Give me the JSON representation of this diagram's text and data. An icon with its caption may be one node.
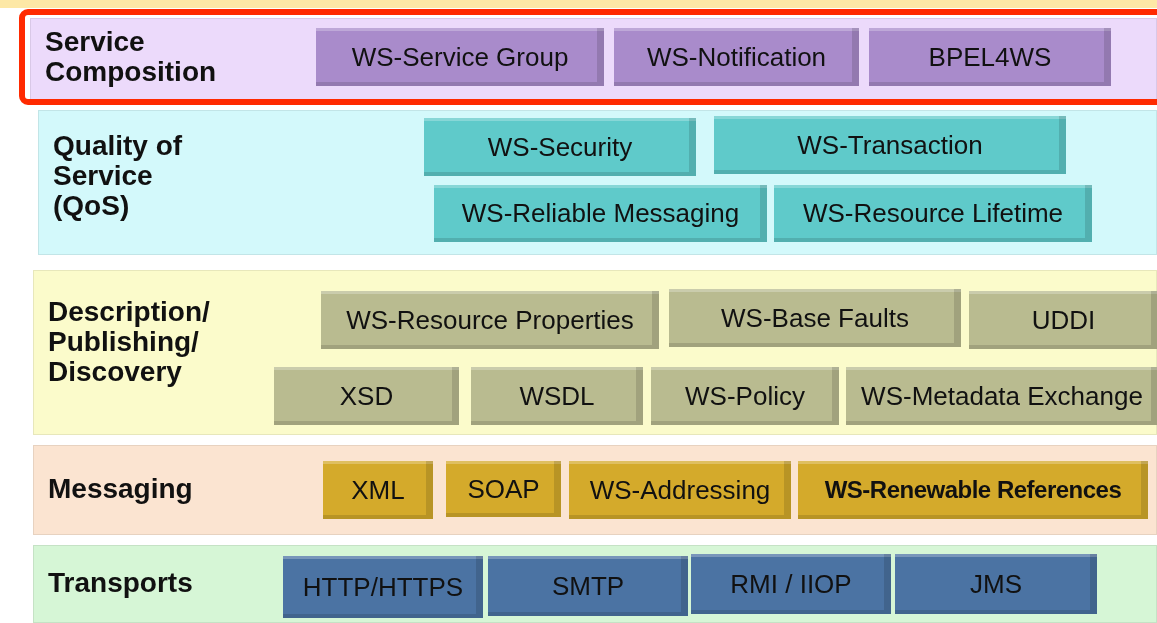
{
  "diagram": {
    "nodes": [
      {
        "text": [
          "Service Composition"
        ]
      },
      {
        "text": [
          "WS-Service Group"
        ],
        "in": 0
      },
      {
        "text": [
          "WS-Notification"
        ],
        "in": 0
      },
      {
        "text": [
          "BPEL4WS"
        ],
        "in": 0
      },
      {
        "text": [
          "Quality of Service (QoS)"
        ]
      },
      {
        "text": [
          "WS-Security"
        ],
        "in": 4
      },
      {
        "text": [
          "WS-Transaction"
        ],
        "in": 4
      },
      {
        "text": [
          "WS-Reliable Messaging"
        ],
        "in": 4
      },
      {
        "text": [
          "WS-Resource Lifetime"
        ],
        "in": 4
      },
      {
        "text": [
          "Description/ Publishing/ Discovery"
        ]
      },
      {
        "text": [
          "WS-Resource Properties"
        ],
        "in": 9
      },
      {
        "text": [
          "WS-Base Faults"
        ],
        "in": 9
      },
      {
        "text": [
          "UDDI"
        ],
        "in": 9
      },
      {
        "text": [
          "XSD"
        ],
        "in": 9
      },
      {
        "text": [
          "WSDL"
        ],
        "in": 9
      },
      {
        "text": [
          "WS-Policy"
        ],
        "in": 9
      },
      {
        "text": [
          "WS-Metadata Exchange"
        ],
        "in": 9
      },
      {
        "text": [
          "Messaging"
        ]
      },
      {
        "text": [
          "XML"
        ],
        "in": 17
      },
      {
        "text": [
          "SOAP"
        ],
        "in": 17
      },
      {
        "text": [
          "WS-Addressing"
        ],
        "in": 17
      },
      {
        "text": [
          "WS-Renewable References"
        ],
        "in": 17
      },
      {
        "text": [
          "Transports"
        ]
      },
      {
        "text": [
          "HTTP/HTTPS"
        ],
        "in": 22
      },
      {
        "text": [
          "SMTP"
        ],
        "in": 22
      },
      {
        "text": [
          "RMI / IIOP"
        ],
        "in": 22
      },
      {
        "text": [
          "JMS"
        ],
        "in": 22
      }
    ]
  }
}
